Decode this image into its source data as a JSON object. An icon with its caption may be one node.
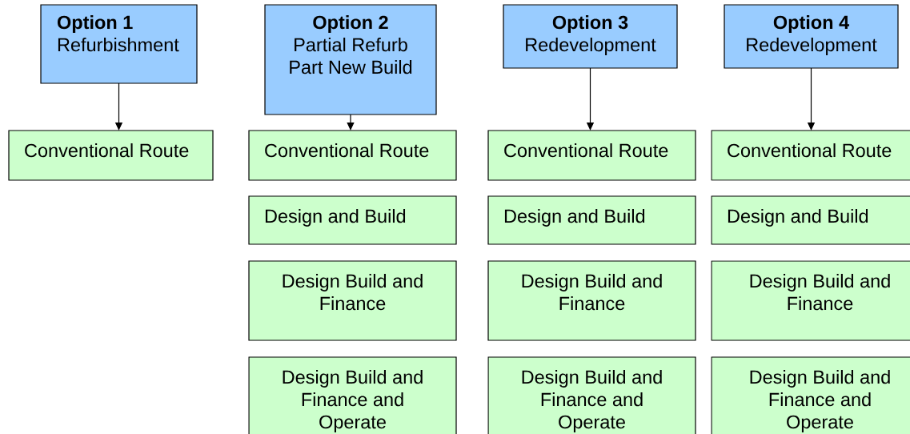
{
  "diagram": {
    "nodes": [
      {
        "text": [
          "Option 1",
          "Refurbishment"
        ]
      },
      {
        "text": [
          "Conventional Route"
        ]
      },
      {
        "text": [
          "Option 2",
          "Partial Refurb Part New Build"
        ]
      },
      {
        "text": [
          "Conventional Route"
        ]
      },
      {
        "text": [
          "Design and Build"
        ]
      },
      {
        "text": [
          "Design Build and Finance"
        ]
      },
      {
        "text": [
          "Design Build and Finance and Operate"
        ]
      },
      {
        "text": [
          "Option 3",
          "Redevelopment"
        ]
      },
      {
        "text": [
          "Conventional Route"
        ]
      },
      {
        "text": [
          "Design and Build"
        ]
      },
      {
        "text": [
          "Design Build and Finance"
        ]
      },
      {
        "text": [
          "Design Build and Finance and Operate"
        ]
      },
      {
        "text": [
          "Option 4",
          "Redevelopment"
        ]
      },
      {
        "text": [
          "Conventional Route"
        ]
      },
      {
        "text": [
          "Design and Build"
        ]
      },
      {
        "text": [
          "Design Build and Finance"
        ]
      },
      {
        "text": [
          "Design Build and Finance and Operate"
        ]
      }
    ],
    "edges": [
      {
        "from": 0,
        "to": 1,
        "arrow": "to"
      },
      {
        "from": 2,
        "to": 3,
        "arrow": "to"
      },
      {
        "from": 7,
        "to": 8,
        "arrow": "to"
      },
      {
        "from": 12,
        "to": 13,
        "arrow": "to"
      }
    ]
  }
}
